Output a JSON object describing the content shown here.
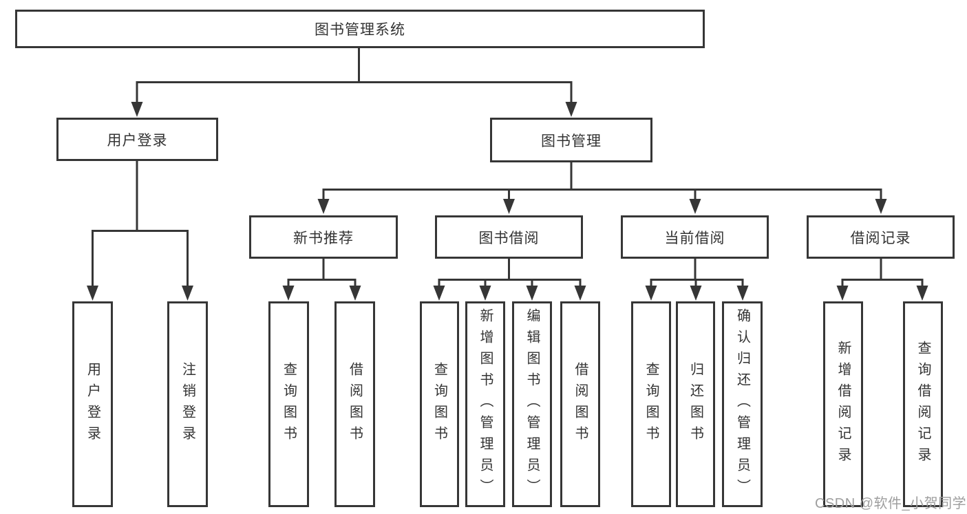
{
  "diagram_type": "function-structure-tree",
  "tree": {
    "root": {
      "label": "图书管理系统",
      "children": [
        {
          "label": "用户登录",
          "children": [
            {
              "label": "用户登录"
            },
            {
              "label": "注销登录"
            }
          ]
        },
        {
          "label": "图书管理",
          "children": [
            {
              "label": "新书推荐",
              "children": [
                {
                  "label": "查询图书"
                },
                {
                  "label": "借阅图书"
                }
              ]
            },
            {
              "label": "图书借阅",
              "children": [
                {
                  "label": "查询图书"
                },
                {
                  "label": "新增图书（管理员）"
                },
                {
                  "label": "编辑图书（管理员）"
                },
                {
                  "label": "借阅图书"
                }
              ]
            },
            {
              "label": "当前借阅",
              "children": [
                {
                  "label": "查询图书"
                },
                {
                  "label": "归还图书"
                },
                {
                  "label": "确认归还（管理员）"
                }
              ]
            },
            {
              "label": "借阅记录",
              "children": [
                {
                  "label": "新增借阅记录"
                },
                {
                  "label": "查询借阅记录"
                }
              ]
            }
          ]
        }
      ]
    }
  },
  "watermark": {
    "text": "CSDN @软件_小贺同学"
  },
  "colors": {
    "line": "#363636",
    "box_border": "#363636",
    "text": "#333333",
    "watermark": "#9e9e9e",
    "background": "#ffffff"
  }
}
